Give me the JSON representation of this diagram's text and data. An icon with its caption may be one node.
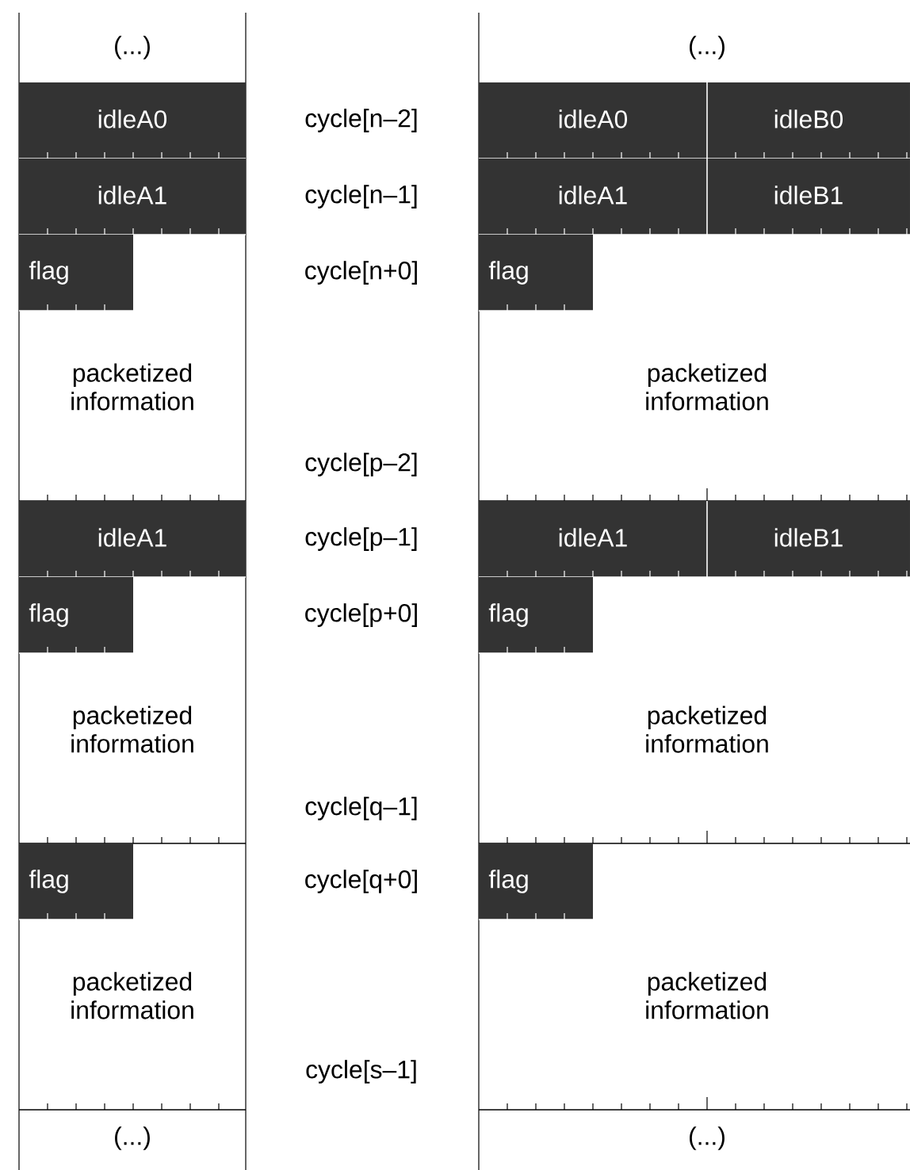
{
  "diagram": {
    "nodes": [
      {
        "text": [
          "idleA0"
        ]
      },
      {
        "text": [
          "idleA0"
        ]
      },
      {
        "text": [
          "idleB0"
        ]
      },
      {
        "text": [
          "idleA1"
        ]
      },
      {
        "text": [
          "idleA1"
        ]
      },
      {
        "text": [
          "idleB1"
        ]
      },
      {
        "text": [
          "flag"
        ]
      },
      {
        "text": [
          "flag"
        ]
      },
      {
        "text": [
          "idleA1"
        ]
      },
      {
        "text": [
          "idleA1"
        ]
      },
      {
        "text": [
          "idleB1"
        ]
      },
      {
        "text": [
          "flag"
        ]
      },
      {
        "text": [
          "flag"
        ]
      },
      {
        "text": [
          "flag"
        ]
      },
      {
        "text": [
          "flag"
        ]
      }
    ],
    "labels": [
      "(...)",
      "(...)",
      "cycle[n–2]",
      "cycle[n–1]",
      "cycle[n+0]",
      "packetized information",
      "packetized information",
      "cycle[p–2]",
      "cycle[p–1]",
      "cycle[p+0]",
      "packetized information",
      "packetized information",
      "cycle[q–1]",
      "cycle[q+0]",
      "packetized information",
      "packetized information",
      "cycle[s–1]",
      "(...)",
      "(...)"
    ]
  }
}
